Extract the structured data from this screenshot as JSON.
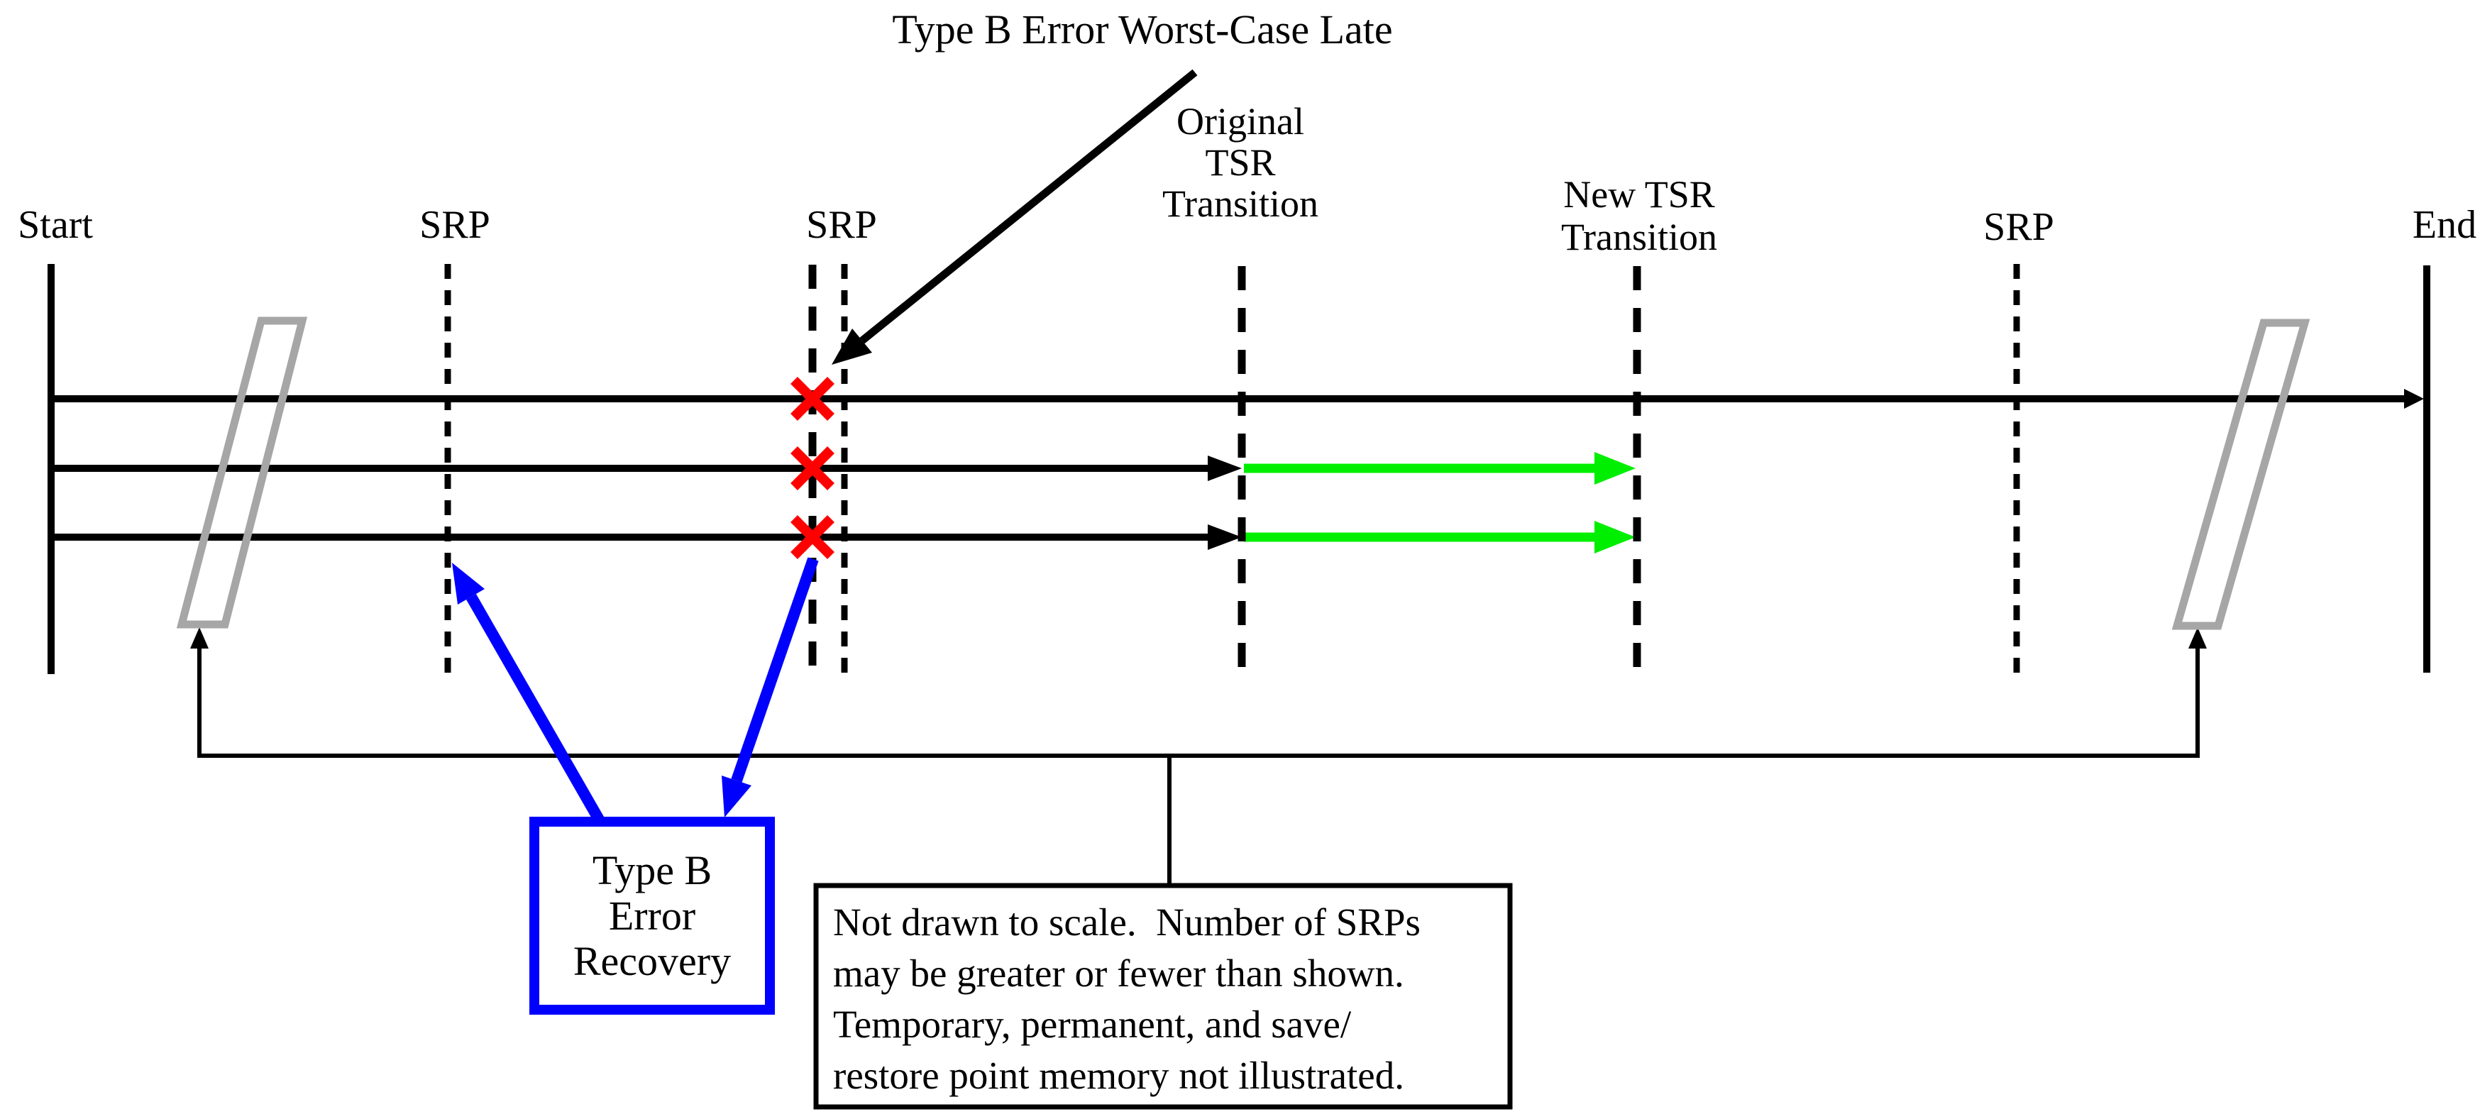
{
  "diagram": {
    "title": "Type B Error Worst-Case Late",
    "endpoints": {
      "start": "Start",
      "end": "End"
    },
    "srp_labels": [
      "SRP",
      "SRP",
      "SRP"
    ],
    "original_tsr_label": [
      "Original",
      "TSR",
      "Transition"
    ],
    "new_tsr_label": [
      "New TSR",
      "Transition"
    ],
    "recovery_box": [
      "Type B",
      "Error",
      "Recovery"
    ],
    "note_box": [
      "Not drawn to scale.  Number of SRPs",
      "may be greater or fewer than shown.",
      "Temporary, permanent, and save/",
      "restore point memory not illustrated."
    ],
    "colors": {
      "error_x": "#ff0000",
      "recovery_blue": "#0000ff",
      "new_transition_green": "#00ee00",
      "break_gray": "#a6a6a6",
      "line_black": "#000000"
    }
  }
}
